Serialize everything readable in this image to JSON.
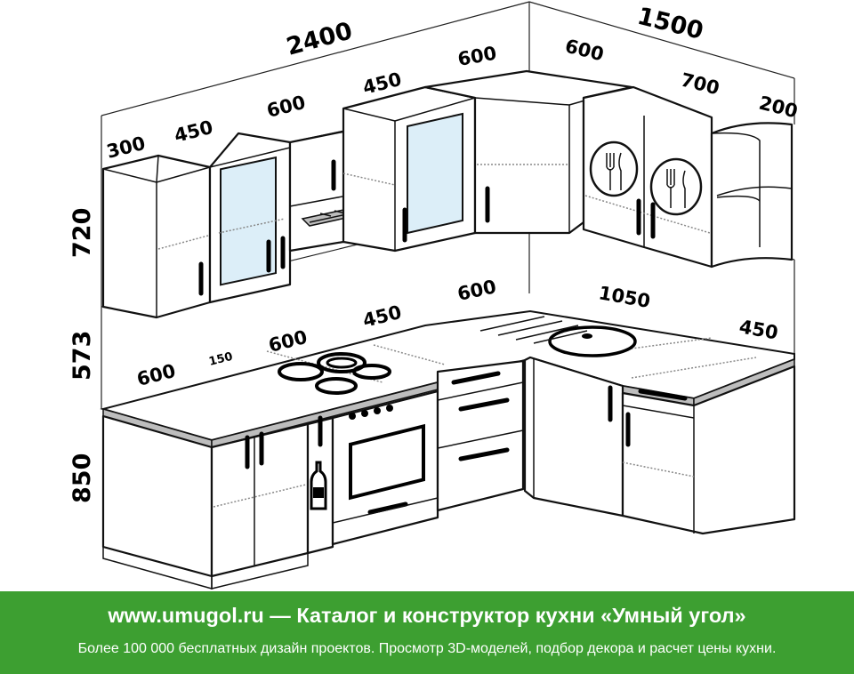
{
  "dimensions": {
    "top_total_left": "2400",
    "top_total_right": "1500",
    "upper_left": [
      "300",
      "450",
      "600",
      "450",
      "600"
    ],
    "upper_right": [
      "600",
      "700",
      "200"
    ],
    "heights": [
      "720",
      "573",
      "850"
    ],
    "counter_left": [
      "600",
      "150",
      "600",
      "450",
      "600"
    ],
    "counter_right": [
      "1050",
      "450"
    ]
  },
  "footer": {
    "title": "www.umugol.ru — Каталог и конструктор кухни «Умный угол»",
    "subtitle": "Более 100 000 бесплатных дизайн проектов. Просмотр 3D-моделей, подбор декора и расчет цены кухни."
  },
  "colors": {
    "footer_bg": "#3d9f31",
    "glass": "#dceef8"
  }
}
